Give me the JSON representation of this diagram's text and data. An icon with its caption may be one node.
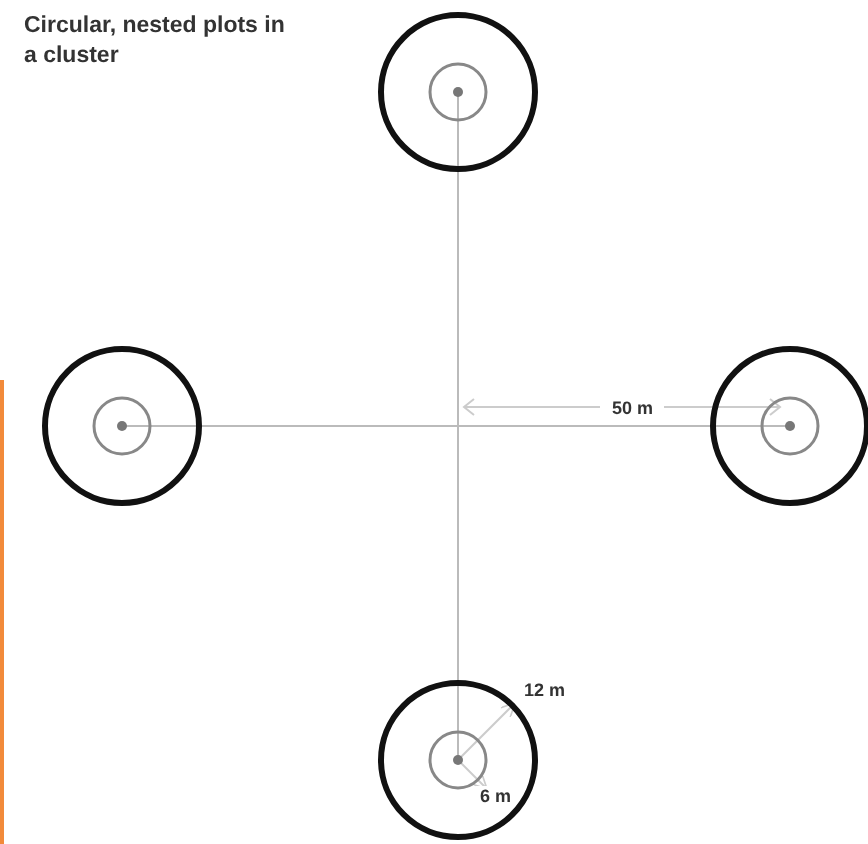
{
  "diagram": {
    "title": "Circular, nested plots in a cluster",
    "nodes": [
      {
        "text": [],
        "shape": "circle"
      },
      {
        "text": [],
        "shape": "circle"
      },
      {
        "text": [],
        "shape": "circle"
      },
      {
        "text": [],
        "shape": "circle"
      }
    ],
    "edges": [
      {
        "from": 0,
        "to": 3,
        "arrow": "none"
      },
      {
        "from": 1,
        "to": 2,
        "arrow": "none"
      }
    ],
    "labels": [
      "50 m",
      "12 m",
      "6 m"
    ]
  }
}
